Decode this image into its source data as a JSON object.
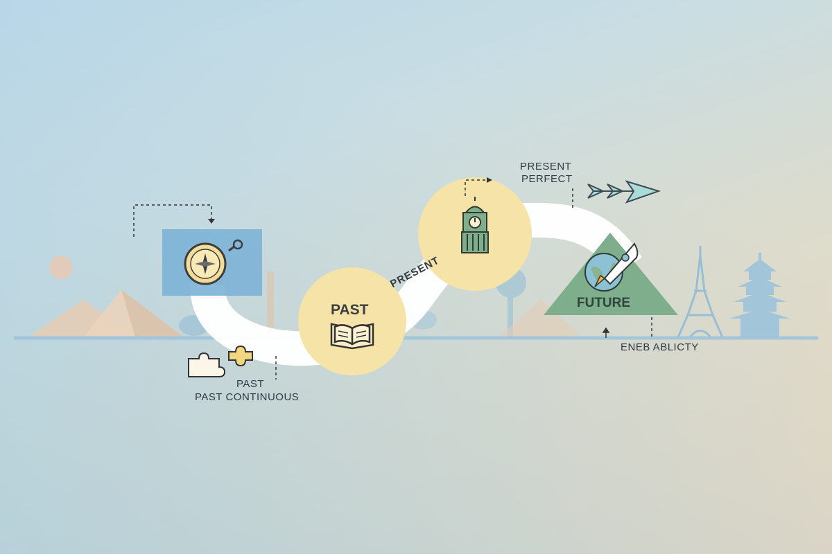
{
  "diagram": {
    "nodes": {
      "past": {
        "title": "PAST",
        "icon": "open-book-icon"
      },
      "present": {
        "path_label": "PRESENT",
        "icon": "clock-tower-icon"
      },
      "future": {
        "title": "FUTURE",
        "icon": "rocket-globe-icon"
      },
      "start": {
        "icon": "compass-icon"
      }
    },
    "annotations": {
      "past_label": "PAST",
      "past_continuous": "PAST CONTINUOUS",
      "present_perfect_line1": "PRESENT",
      "present_perfect_line2": "PERFECT",
      "future_ability": "ENEB ABLICTY"
    },
    "decor_icons": [
      "puzzle-icon",
      "arrow-right-icon",
      "pyramids-icon",
      "eiffel-tower-icon",
      "pagoda-icon",
      "tree-icon",
      "sun-icon"
    ],
    "colors": {
      "node_fill": "#f5e3a8",
      "future_fill": "#7fae8c",
      "start_fill": "#7db3d6",
      "path": "#ffffff",
      "skyline": "#9cc3dc"
    }
  }
}
